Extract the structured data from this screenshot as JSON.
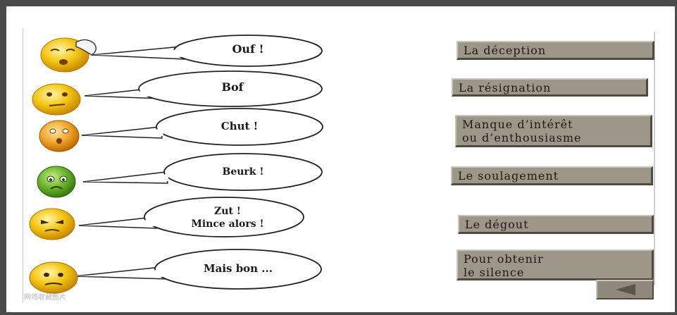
{
  "bubbles": [
    {
      "label": "Ouf !"
    },
    {
      "label": "Bof"
    },
    {
      "label": "Chut !"
    },
    {
      "label": "Beurk !"
    },
    {
      "label": "Zut !\nMince alors !"
    },
    {
      "label": "Mais bon ..."
    }
  ],
  "tags": [
    {
      "label": "La déception"
    },
    {
      "label": "La résignation"
    },
    {
      "label": "Manque d’intérêt\nou d’enthousiasme"
    },
    {
      "label": "Le soulagement"
    },
    {
      "label": "Le dégout"
    },
    {
      "label": "Pour obtenir\n le silence"
    }
  ],
  "icons": {
    "smileys": [
      "tired-smiley-icon",
      "neutral-smiley-icon",
      "shushing-smiley-icon",
      "disgusted-smiley-icon",
      "annoyed-smiley-icon",
      "resigned-smiley-icon"
    ],
    "back": "back-arrow-icon"
  },
  "colors": {
    "frame": "#4a4a4a",
    "tag_bg": "#9d978a",
    "smiley_yellow": "#f3c515",
    "smiley_green": "#6cb52e"
  },
  "watermark": "网络收藏图片"
}
